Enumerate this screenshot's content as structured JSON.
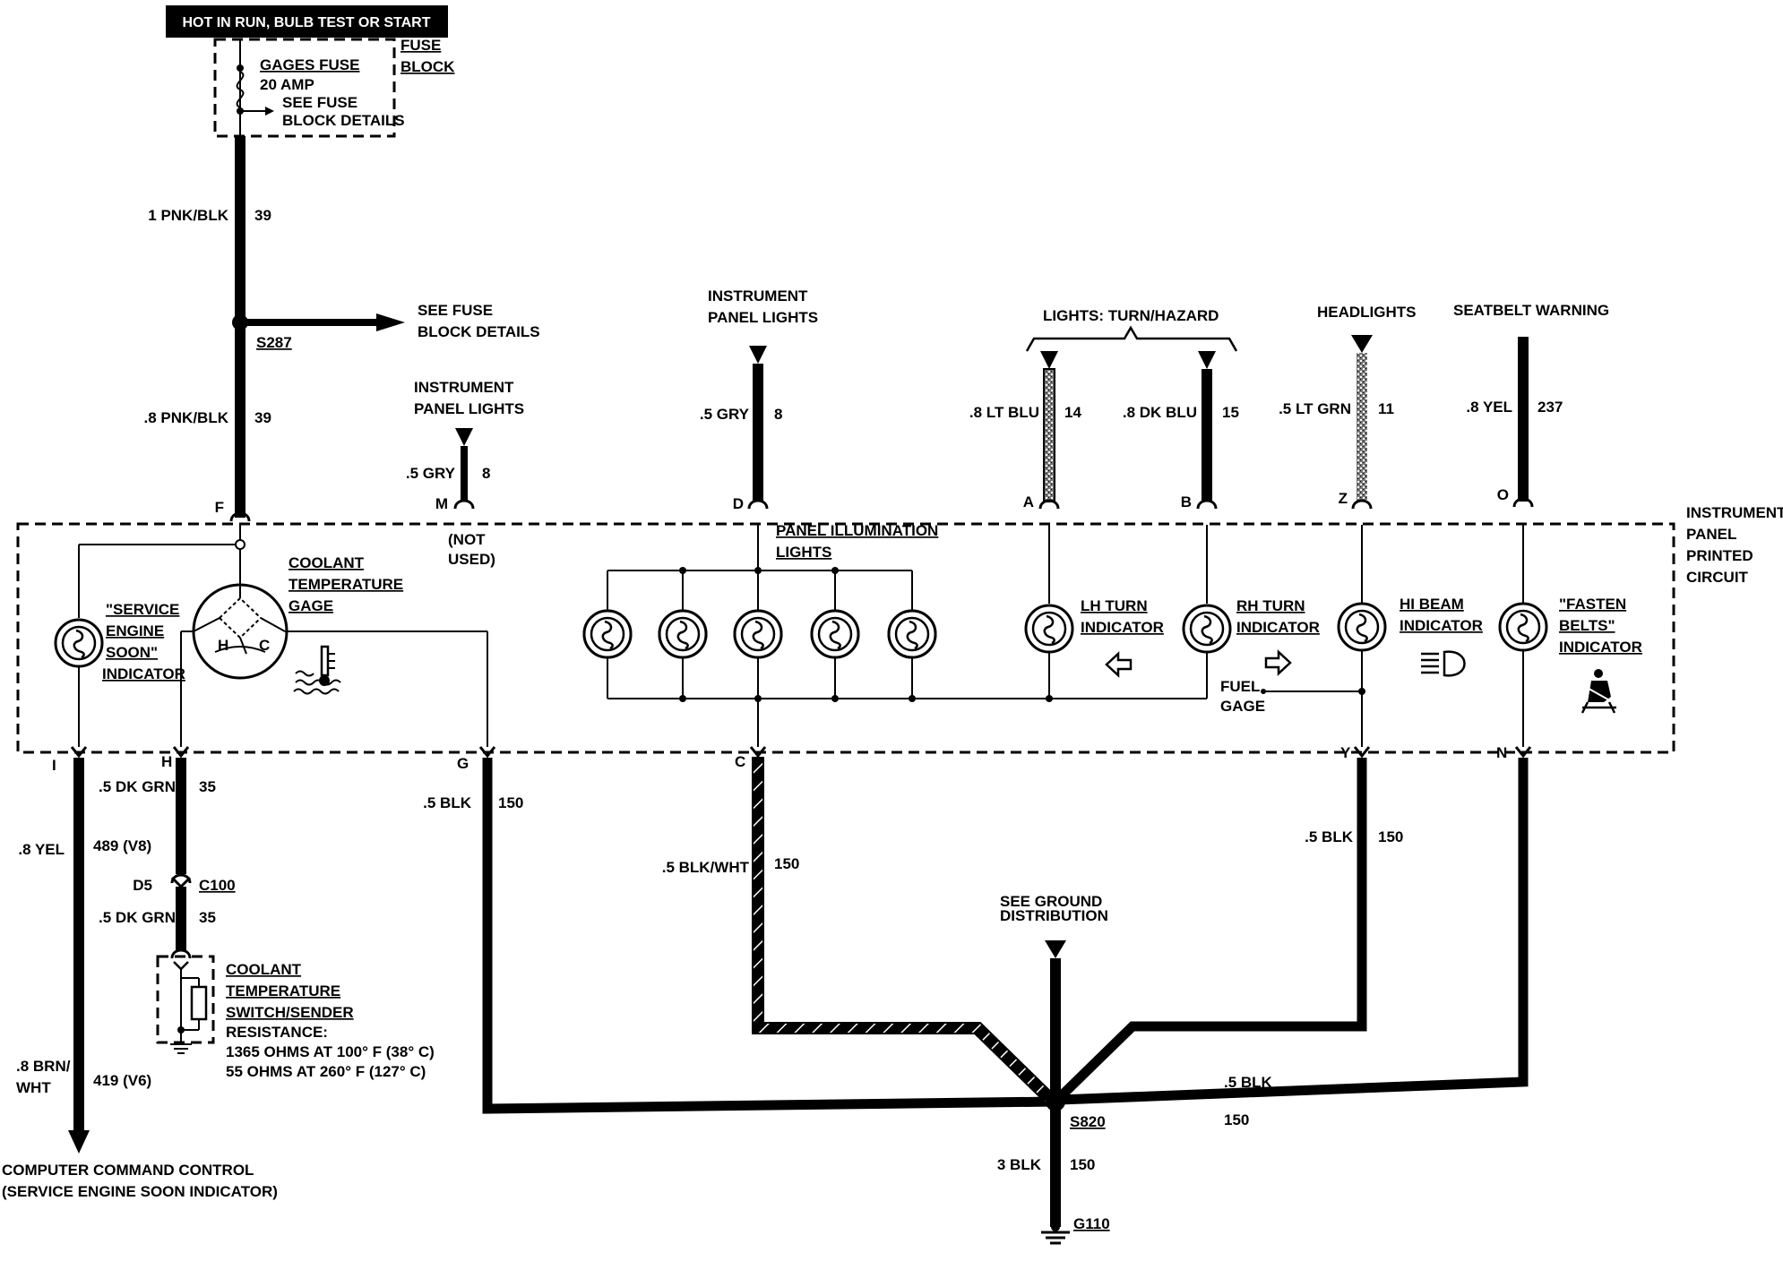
{
  "header": {
    "supply": "HOT IN RUN, BULB TEST OR START"
  },
  "fuse_block": {
    "fuse_name": "GAGES FUSE",
    "fuse_rating": "20 AMP",
    "see_fuse_1": "SEE FUSE",
    "see_fuse_2": "BLOCK DETAILS",
    "block_label_1": "FUSE",
    "block_label_2": "BLOCK"
  },
  "wires": {
    "feed_upper_size": "1 PNK/BLK",
    "feed_upper_circuit": "39",
    "splice_ref_1": "SEE FUSE",
    "splice_ref_2": "BLOCK DETAILS",
    "splice_name": "S287",
    "feed_lower_size": ".8 PNK/BLK",
    "feed_lower_circuit": "39",
    "ipl_m_title_1": "INSTRUMENT",
    "ipl_m_title_2": "PANEL LIGHTS",
    "ipl_m_size": ".5 GRY",
    "ipl_m_circuit": "8",
    "ipl_d_title_1": "INSTRUMENT",
    "ipl_d_title_2": "PANEL LIGHTS",
    "ipl_d_size": ".5 GRY",
    "ipl_d_circuit": "8",
    "turn_title": "LIGHTS: TURN/HAZARD",
    "lt_blu_size": ".8 LT BLU",
    "lt_blu_circuit": "14",
    "dk_blu_size": ".8 DK BLU",
    "dk_blu_circuit": "15",
    "headlights_title": "HEADLIGHTS",
    "lt_grn_size": ".5 LT GRN",
    "lt_grn_circuit": "11",
    "seatbelt_title": "SEATBELT WARNING",
    "yel_size": ".8 YEL",
    "yel_circuit": "237",
    "i_size": ".8 YEL",
    "i_circuit": "489 (V8)",
    "h_size": ".5 DK GRN",
    "h_circuit": "35",
    "c100_pin": "D5",
    "c100_name": "C100",
    "h2_size": ".5 DK GRN",
    "h2_circuit": "35",
    "brn_size_1": ".8 BRN/",
    "brn_size_2": "WHT",
    "brn_circuit": "419 (V6)",
    "g_size": ".5 BLK",
    "g_circuit": "150",
    "c_size": ".5 BLK/WHT",
    "c_circuit": "150",
    "y_size": ".5 BLK",
    "y_circuit": "150",
    "n_size": ".5 BLK",
    "n_circuit": "150",
    "ground_dist_1": "SEE GROUND",
    "ground_dist_2": "DISTRIBUTION",
    "s820": "S820",
    "ground_size": "3 BLK",
    "ground_circuit": "150",
    "ground_name": "G110"
  },
  "pins": {
    "f": "F",
    "m": "M",
    "d": "D",
    "a": "A",
    "b": "B",
    "z": "Z",
    "o": "O",
    "i": "I",
    "h": "H",
    "g": "G",
    "c": "C",
    "y": "Y",
    "n": "N"
  },
  "panel": {
    "label_1": "INSTRUMENT",
    "label_2": "PANEL",
    "label_3": "PRINTED",
    "label_4": "CIRCUIT",
    "not_used_1": "(NOT",
    "not_used_2": "USED)",
    "ses_1": "\"SERVICE",
    "ses_2": "ENGINE",
    "ses_3": "SOON\"",
    "ses_4": "INDICATOR",
    "coolant_1": "COOLANT",
    "coolant_2": "TEMPERATURE",
    "coolant_3": "GAGE",
    "gage_h": "H",
    "gage_c": "C",
    "illum_1": "PANEL ILLUMINATION",
    "illum_2": "LIGHTS",
    "lh_1": "LH TURN",
    "lh_2": "INDICATOR",
    "rh_1": "RH TURN",
    "rh_2": "INDICATOR",
    "hi_1": "HI BEAM",
    "hi_2": "INDICATOR",
    "fb_1": "\"FASTEN",
    "fb_2": "BELTS\"",
    "fb_3": "INDICATOR",
    "fuel_1": "FUEL",
    "fuel_2": "GAGE"
  },
  "sender": {
    "name_1": "COOLANT",
    "name_2": "TEMPERATURE",
    "name_3": "SWITCH/SENDER",
    "res_1": "RESISTANCE:",
    "res_2": "1365 OHMS AT 100° F (38° C)",
    "res_3": "55 OHMS AT 260° F (127° C)"
  },
  "footer": {
    "ccc_1": "COMPUTER COMMAND CONTROL",
    "ccc_2": "(SERVICE ENGINE SOON INDICATOR)"
  },
  "colors": {
    "ink": "#000000",
    "paper": "#ffffff"
  }
}
